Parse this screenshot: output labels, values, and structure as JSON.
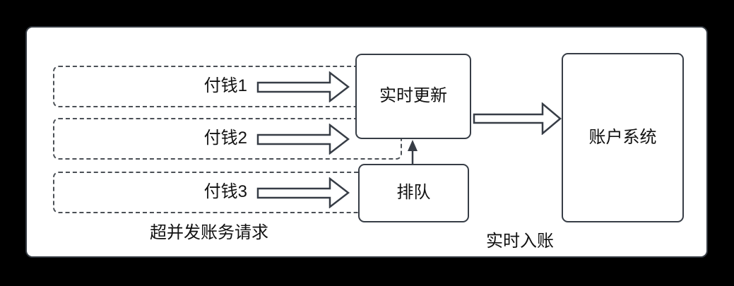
{
  "diagram": {
    "requests": {
      "items": [
        {
          "label": "付钱1"
        },
        {
          "label": "付钱2"
        },
        {
          "label": "付钱3"
        }
      ],
      "caption": "超并发账务请求"
    },
    "nodes": {
      "realtime_update": "实时更新",
      "queue": "排队",
      "account_system": "账户系统"
    },
    "flow_caption": "实时入账",
    "colors": {
      "background": "#000000",
      "panel_fill": "#ffffff",
      "solid_stroke": "#373d46",
      "dashed_stroke": "#4b5056",
      "text": "#111111"
    }
  }
}
